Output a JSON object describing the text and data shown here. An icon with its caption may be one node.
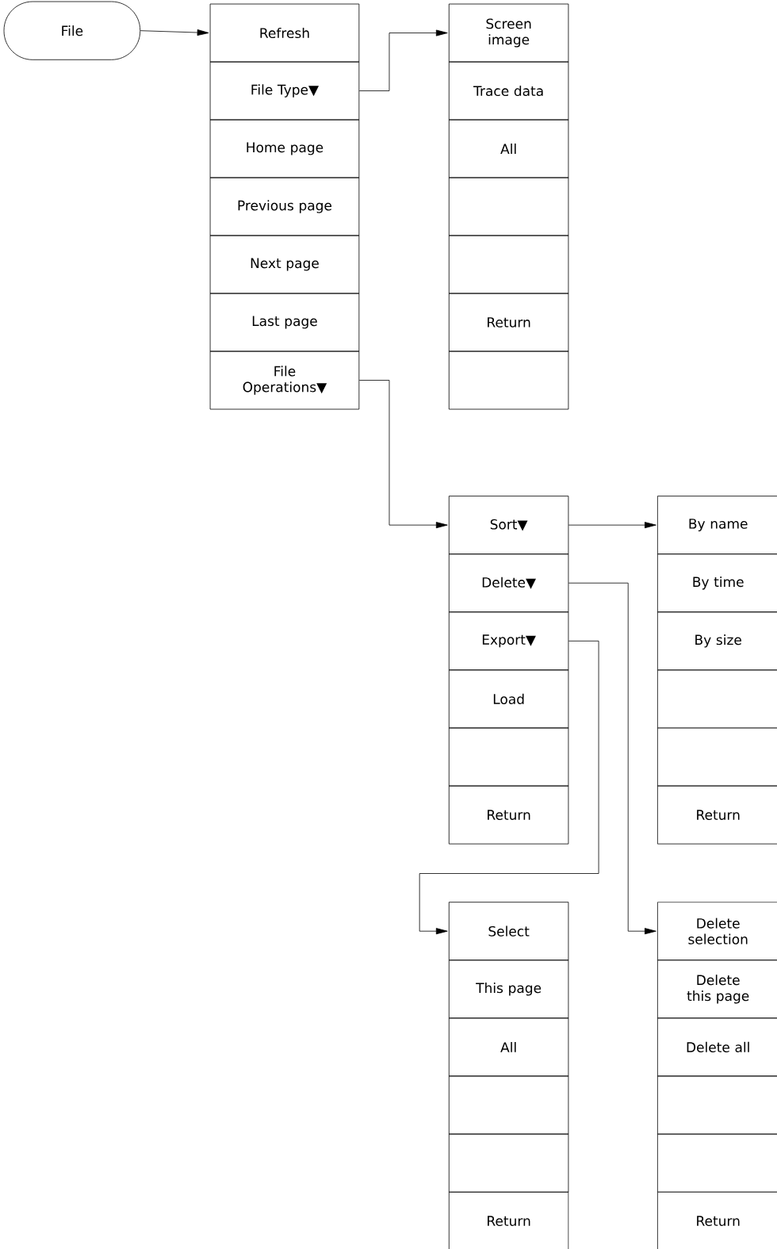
{
  "diagram": {
    "nodes": [
      {
        "text": [
          "File"
        ]
      },
      {
        "text": [
          "Refresh"
        ]
      },
      {
        "text": [
          "File Type▼"
        ]
      },
      {
        "text": [
          "Home page"
        ]
      },
      {
        "text": [
          "Previous page"
        ]
      },
      {
        "text": [
          "Next page"
        ]
      },
      {
        "text": [
          "Last page"
        ]
      },
      {
        "text": [
          "File Operations▼"
        ]
      },
      {
        "text": [
          "Screen image"
        ]
      },
      {
        "text": [
          "Trace data"
        ]
      },
      {
        "text": [
          "All"
        ]
      },
      {
        "text": [],
        "shape": "box"
      },
      {
        "text": [],
        "shape": "box"
      },
      {
        "text": [
          "Return"
        ]
      },
      {
        "text": [],
        "shape": "box"
      },
      {
        "text": [
          "Sort▼"
        ]
      },
      {
        "text": [
          "Delete▼"
        ]
      },
      {
        "text": [
          "Export▼"
        ]
      },
      {
        "text": [
          "Load"
        ]
      },
      {
        "text": [],
        "shape": "box"
      },
      {
        "text": [
          "Return"
        ]
      },
      {
        "text": [
          "By name"
        ]
      },
      {
        "text": [
          "By time"
        ]
      },
      {
        "text": [
          "By size"
        ]
      },
      {
        "text": [],
        "shape": "box"
      },
      {
        "text": [],
        "shape": "box"
      },
      {
        "text": [
          "Return"
        ]
      },
      {
        "text": [
          "Select"
        ]
      },
      {
        "text": [
          "This page"
        ]
      },
      {
        "text": [
          "All"
        ]
      },
      {
        "text": [],
        "shape": "box"
      },
      {
        "text": [],
        "shape": "box"
      },
      {
        "text": [
          "Return"
        ]
      },
      {
        "text": [
          "Delete selection"
        ]
      },
      {
        "text": [
          "Delete this page"
        ]
      },
      {
        "text": [
          "Delete all"
        ]
      },
      {
        "text": [],
        "shape": "box"
      },
      {
        "text": [],
        "shape": "box"
      },
      {
        "text": [
          "Return"
        ]
      }
    ],
    "edges": [
      {
        "from": 0,
        "to": 1,
        "arrow": "to"
      },
      {
        "from": 2,
        "to": 8,
        "arrow": "to"
      },
      {
        "from": 7,
        "to": 15,
        "arrow": "to"
      },
      {
        "from": 15,
        "to": 21,
        "arrow": "to"
      },
      {
        "from": 16,
        "to": 33,
        "arrow": "to"
      },
      {
        "from": 17,
        "to": 27,
        "arrow": "to"
      }
    ]
  }
}
